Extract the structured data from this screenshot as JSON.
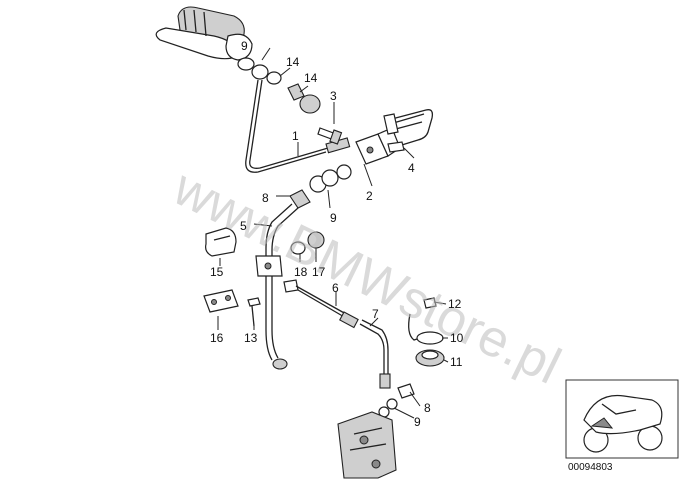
{
  "watermark": "www.BMWstore.pl",
  "diagram_code": "00094803",
  "callouts": [
    {
      "id": "c1",
      "text": "1"
    },
    {
      "id": "c2",
      "text": "2"
    },
    {
      "id": "c3",
      "text": "3"
    },
    {
      "id": "c4",
      "text": "4"
    },
    {
      "id": "c5",
      "text": "5"
    },
    {
      "id": "c6",
      "text": "6"
    },
    {
      "id": "c7",
      "text": "7"
    },
    {
      "id": "c8a",
      "text": "8"
    },
    {
      "id": "c8b",
      "text": "8"
    },
    {
      "id": "c9a",
      "text": "9"
    },
    {
      "id": "c9b",
      "text": "9"
    },
    {
      "id": "c9c",
      "text": "9"
    },
    {
      "id": "c10",
      "text": "10"
    },
    {
      "id": "c11",
      "text": "11"
    },
    {
      "id": "c12",
      "text": "12"
    },
    {
      "id": "c13",
      "text": "13"
    },
    {
      "id": "c14a",
      "text": "14"
    },
    {
      "id": "c14b",
      "text": "14"
    },
    {
      "id": "c15",
      "text": "15"
    },
    {
      "id": "c16",
      "text": "16"
    },
    {
      "id": "c17",
      "text": "17"
    },
    {
      "id": "c18",
      "text": "18"
    }
  ]
}
